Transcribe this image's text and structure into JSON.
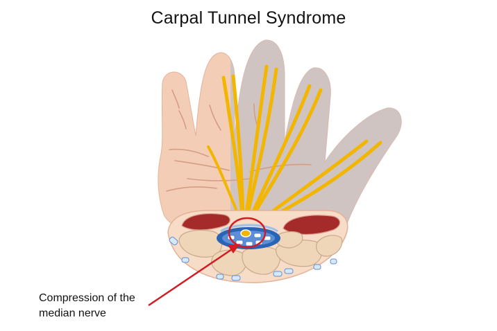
{
  "title": "Carpal Tunnel Syndrome",
  "callout": {
    "line1": "Compression of the",
    "line2": "median nerve"
  },
  "colors": {
    "skin": "#f4cdb7",
    "skin_outline": "#e0a78e",
    "shadow_side": "#c9c4c6",
    "nerve": "#f2b600",
    "muscle": "#a52a2a",
    "bone": "#efd6b8",
    "tunnel": "#2a64b6",
    "annotation": "#d11c24"
  }
}
